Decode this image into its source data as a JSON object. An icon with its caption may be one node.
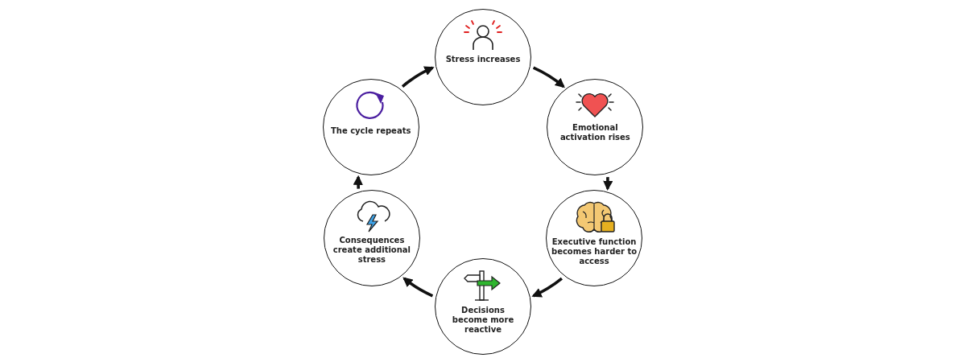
{
  "diagram": {
    "nodes": [
      {
        "text": [
          "Stress increases"
        ]
      },
      {
        "text": [
          "Emotional activation rises"
        ]
      },
      {
        "text": [
          "Executive function becomes harder to access"
        ]
      },
      {
        "text": [
          "Decisions become more reactive"
        ]
      },
      {
        "text": [
          "Consequences create additional stress"
        ]
      },
      {
        "text": [
          "The cycle repeats"
        ]
      }
    ],
    "edges": [
      {
        "from": 0,
        "to": 1,
        "arrow": "to"
      },
      {
        "from": 1,
        "to": 2,
        "arrow": "to"
      },
      {
        "from": 2,
        "to": 3,
        "arrow": "to"
      },
      {
        "from": 3,
        "to": 4,
        "arrow": "to"
      },
      {
        "from": 4,
        "to": 5,
        "arrow": "to"
      },
      {
        "from": 5,
        "to": 0,
        "arrow": "to"
      }
    ]
  }
}
